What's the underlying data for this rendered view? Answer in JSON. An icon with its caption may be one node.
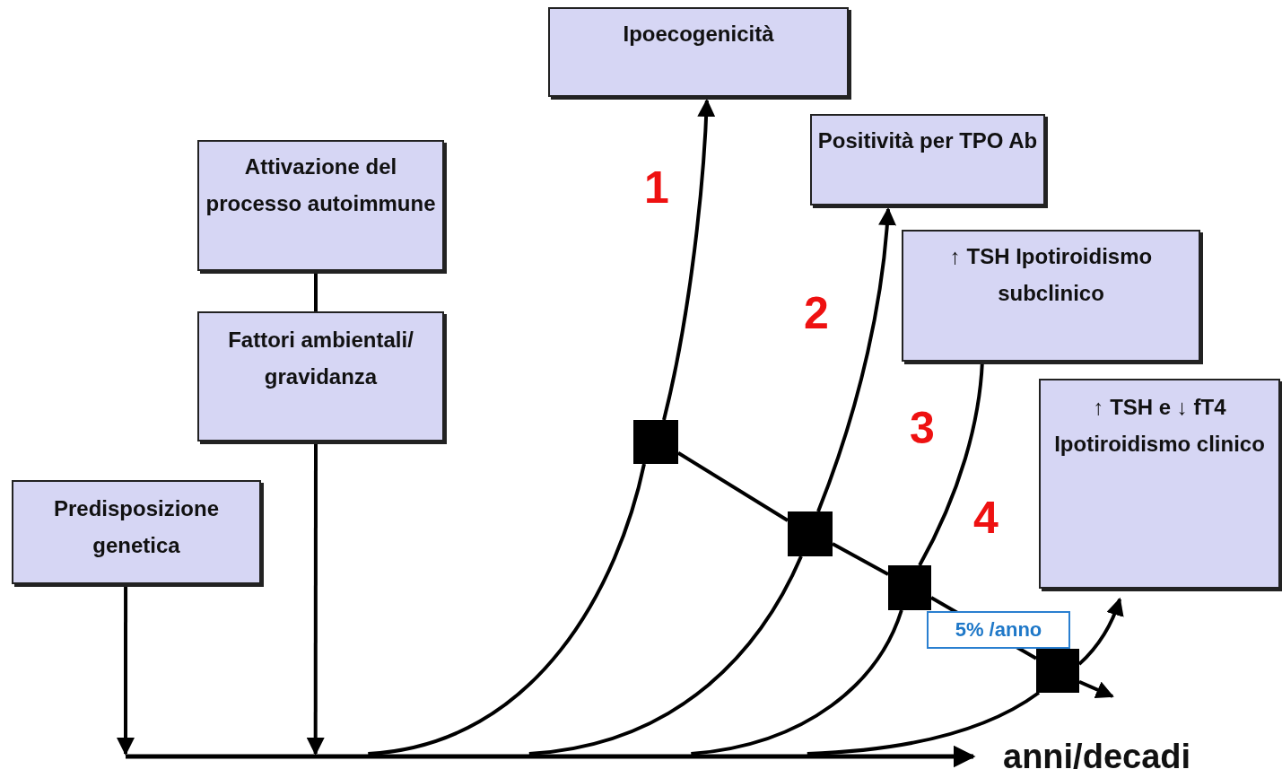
{
  "diagram": {
    "nodes": [
      {
        "text": [
          "Ipoecogenicità"
        ]
      },
      {
        "text": [
          "Positività per TPO Ab"
        ]
      },
      {
        "text": [
          "Attivazione del processo autoimmune"
        ]
      },
      {
        "text": [
          "↑ TSH Ipotiroidismo subclinico"
        ]
      },
      {
        "text": [
          "Fattori ambientali/ gravidanza"
        ]
      },
      {
        "text": [
          "Predisposizione genetica"
        ]
      },
      {
        "text": [
          "↑ TSH e ↓ fT4 Ipotiroidismo clinico"
        ]
      },
      {
        "text": [],
        "shape": "box"
      },
      {
        "text": [],
        "shape": "box"
      },
      {
        "text": [],
        "shape": "box"
      },
      {
        "text": [],
        "shape": "box"
      },
      {
        "text": [],
        "shape": "bar",
        "beside": [
          "anni/decadi"
        ]
      }
    ],
    "edges": [
      {
        "from": 2,
        "to": 4,
        "arrow": "none"
      },
      {
        "from": 5,
        "to": 11,
        "arrow": "to"
      },
      {
        "from": 4,
        "to": 11,
        "arrow": "to"
      },
      {
        "from": 11,
        "to": 7,
        "arrow": "none"
      },
      {
        "from": 7,
        "to": 0,
        "arrow": "to"
      },
      {
        "from": 11,
        "to": 8,
        "arrow": "none"
      },
      {
        "from": 8,
        "to": 1,
        "arrow": "to"
      },
      {
        "from": 11,
        "to": 9,
        "arrow": "none"
      },
      {
        "from": 9,
        "to": 3,
        "arrow": "none"
      },
      {
        "from": 11,
        "to": 10,
        "arrow": "none"
      },
      {
        "from": 10,
        "to": 6,
        "arrow": "to"
      },
      {
        "from": 7,
        "to": 8,
        "arrow": "none"
      },
      {
        "from": 8,
        "to": 9,
        "arrow": "none"
      },
      {
        "from": 9,
        "to": 10,
        "arrow": "none",
        "label": "5% /anno"
      },
      {
        "from": 10,
        "to": null,
        "arrow": "to"
      }
    ],
    "labels": [
      "1",
      "2",
      "3",
      "4"
    ]
  }
}
